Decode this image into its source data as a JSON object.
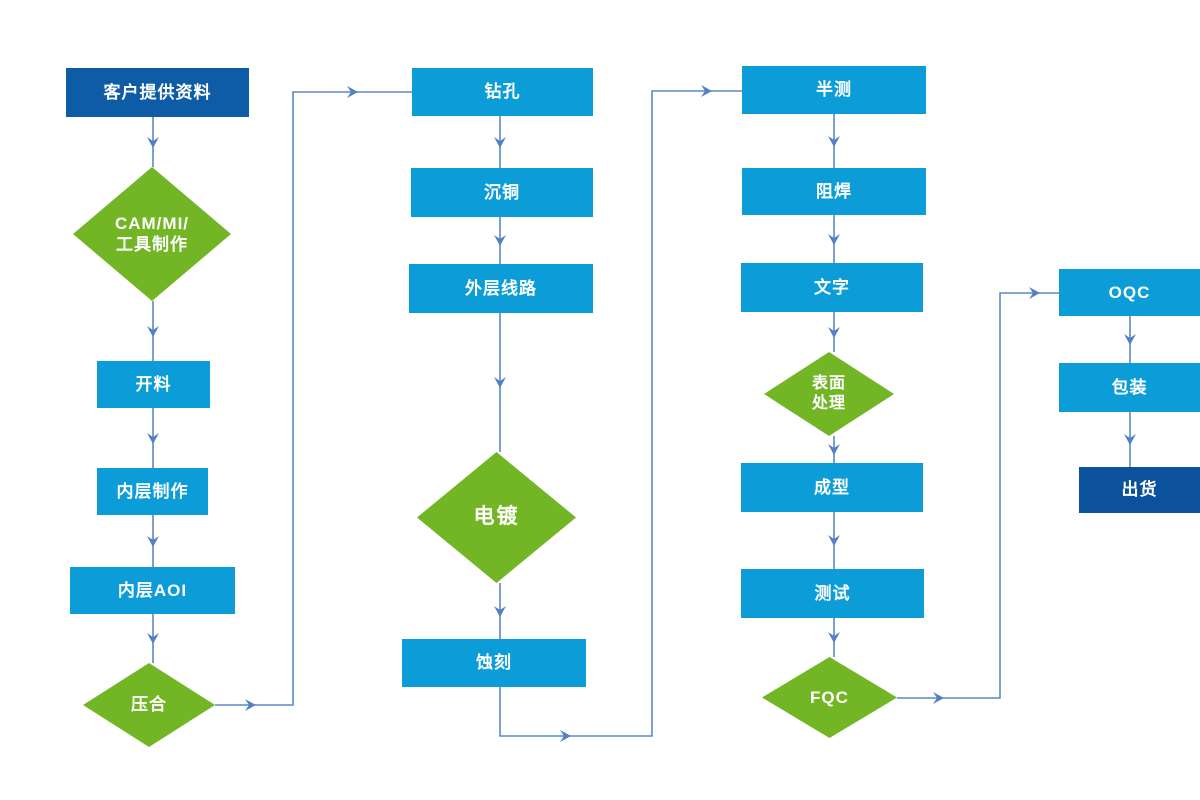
{
  "colors": {
    "box_blue": "#0c9dd9",
    "box_dark_blue": "#0f5ca6",
    "box_navy": "#0b519b",
    "diamond_green": "#72b626",
    "line_blue": "#5e88c2",
    "arrow_blue": "#5380c5",
    "text_white": "#ffffff"
  },
  "diagram_type": "flowchart",
  "nodes": [
    {
      "id": "customer-data",
      "label": "客户提供资料",
      "shape": "rect",
      "variant": "dark-blue"
    },
    {
      "id": "cam-mi-tooling",
      "label": "CAM/MI/\n工具制作",
      "shape": "diamond",
      "variant": "green"
    },
    {
      "id": "cutting",
      "label": "开料",
      "shape": "rect",
      "variant": "blue"
    },
    {
      "id": "inner-layer",
      "label": "内层制作",
      "shape": "rect",
      "variant": "blue"
    },
    {
      "id": "inner-aoi",
      "label": "内层AOI",
      "shape": "rect",
      "variant": "blue"
    },
    {
      "id": "lamination",
      "label": "压合",
      "shape": "diamond",
      "variant": "green"
    },
    {
      "id": "drilling",
      "label": "钻孔",
      "shape": "rect",
      "variant": "blue"
    },
    {
      "id": "copper-deposition",
      "label": "沉铜",
      "shape": "rect",
      "variant": "blue"
    },
    {
      "id": "outer-circuit",
      "label": "外层线路",
      "shape": "rect",
      "variant": "blue"
    },
    {
      "id": "plating",
      "label": "电镀",
      "shape": "diamond",
      "variant": "green"
    },
    {
      "id": "etching",
      "label": "蚀刻",
      "shape": "rect",
      "variant": "blue"
    },
    {
      "id": "half-test",
      "label": "半测",
      "shape": "rect",
      "variant": "blue"
    },
    {
      "id": "solder-mask",
      "label": "阻焊",
      "shape": "rect",
      "variant": "blue"
    },
    {
      "id": "silkscreen",
      "label": "文字",
      "shape": "rect",
      "variant": "blue"
    },
    {
      "id": "surface-finish",
      "label": "表面\n处理",
      "shape": "diamond",
      "variant": "green"
    },
    {
      "id": "forming",
      "label": "成型",
      "shape": "rect",
      "variant": "blue"
    },
    {
      "id": "testing",
      "label": "测试",
      "shape": "rect",
      "variant": "blue"
    },
    {
      "id": "fqc",
      "label": "FQC",
      "shape": "diamond",
      "variant": "green"
    },
    {
      "id": "oqc",
      "label": "OQC",
      "shape": "rect",
      "variant": "blue"
    },
    {
      "id": "packing",
      "label": "包装",
      "shape": "rect",
      "variant": "blue"
    },
    {
      "id": "shipment",
      "label": "出货",
      "shape": "rect",
      "variant": "navy"
    }
  ],
  "edges": [
    [
      "customer-data",
      "cam-mi-tooling"
    ],
    [
      "cam-mi-tooling",
      "cutting"
    ],
    [
      "cutting",
      "inner-layer"
    ],
    [
      "inner-layer",
      "inner-aoi"
    ],
    [
      "inner-aoi",
      "lamination"
    ],
    [
      "lamination",
      "drilling"
    ],
    [
      "drilling",
      "copper-deposition"
    ],
    [
      "copper-deposition",
      "outer-circuit"
    ],
    [
      "outer-circuit",
      "plating"
    ],
    [
      "plating",
      "etching"
    ],
    [
      "etching",
      "half-test"
    ],
    [
      "half-test",
      "solder-mask"
    ],
    [
      "solder-mask",
      "silkscreen"
    ],
    [
      "silkscreen",
      "surface-finish"
    ],
    [
      "surface-finish",
      "forming"
    ],
    [
      "forming",
      "testing"
    ],
    [
      "testing",
      "fqc"
    ],
    [
      "fqc",
      "oqc"
    ],
    [
      "oqc",
      "packing"
    ],
    [
      "packing",
      "shipment"
    ]
  ]
}
